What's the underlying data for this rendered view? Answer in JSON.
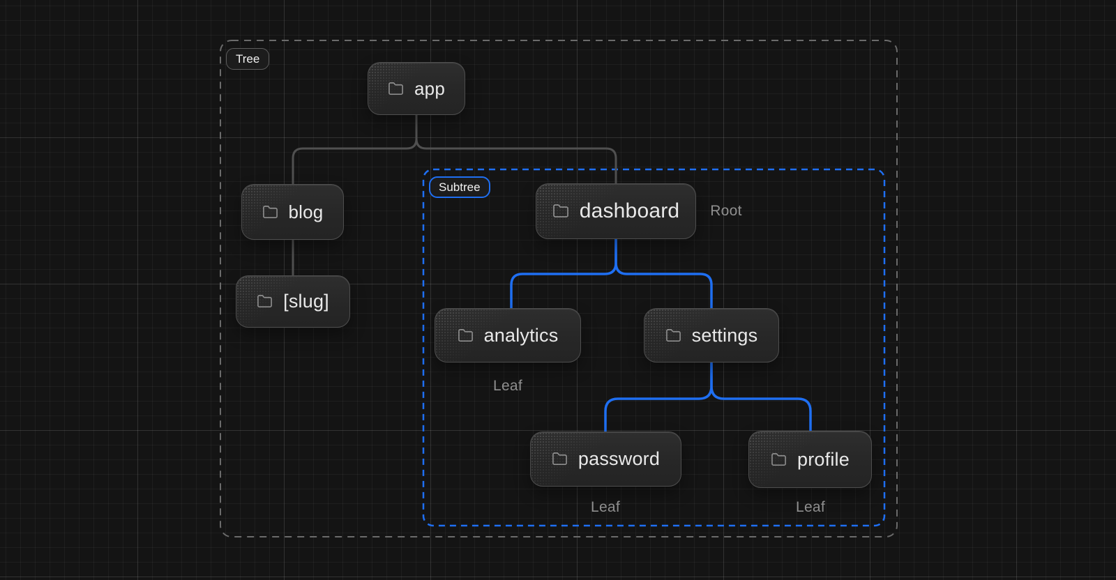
{
  "diagram": {
    "title_context": "route tree diagram",
    "groups": {
      "tree": {
        "label": "Tree"
      },
      "subtree": {
        "label": "Subtree"
      }
    },
    "nodes": {
      "app": {
        "label": "app",
        "icon": "folder-icon"
      },
      "blog": {
        "label": "blog",
        "icon": "folder-icon"
      },
      "slug": {
        "label": "[slug]",
        "icon": "folder-icon"
      },
      "dashboard": {
        "label": "dashboard",
        "icon": "folder-icon"
      },
      "analytics": {
        "label": "analytics",
        "icon": "folder-icon"
      },
      "settings": {
        "label": "settings",
        "icon": "folder-icon"
      },
      "password": {
        "label": "password",
        "icon": "folder-icon"
      },
      "profile": {
        "label": "profile",
        "icon": "folder-icon"
      }
    },
    "annotations": {
      "root": "Root",
      "leaf_analytics": "Leaf",
      "leaf_password": "Leaf",
      "leaf_profile": "Leaf"
    },
    "edges": [
      {
        "from": "app",
        "to": "blog",
        "color": "gray"
      },
      {
        "from": "app",
        "to": "dashboard",
        "color": "gray"
      },
      {
        "from": "blog",
        "to": "slug",
        "color": "gray"
      },
      {
        "from": "dashboard",
        "to": "analytics",
        "color": "blue"
      },
      {
        "from": "dashboard",
        "to": "settings",
        "color": "blue"
      },
      {
        "from": "settings",
        "to": "password",
        "color": "blue"
      },
      {
        "from": "settings",
        "to": "profile",
        "color": "blue"
      }
    ],
    "colors": {
      "accent_blue": "#1f6ff2",
      "edge_gray": "#505050",
      "tree_border": "#6b6b6b",
      "node_text": "#e9e9e9",
      "annotation_text": "#8f8f8f",
      "background": "#141414"
    }
  }
}
